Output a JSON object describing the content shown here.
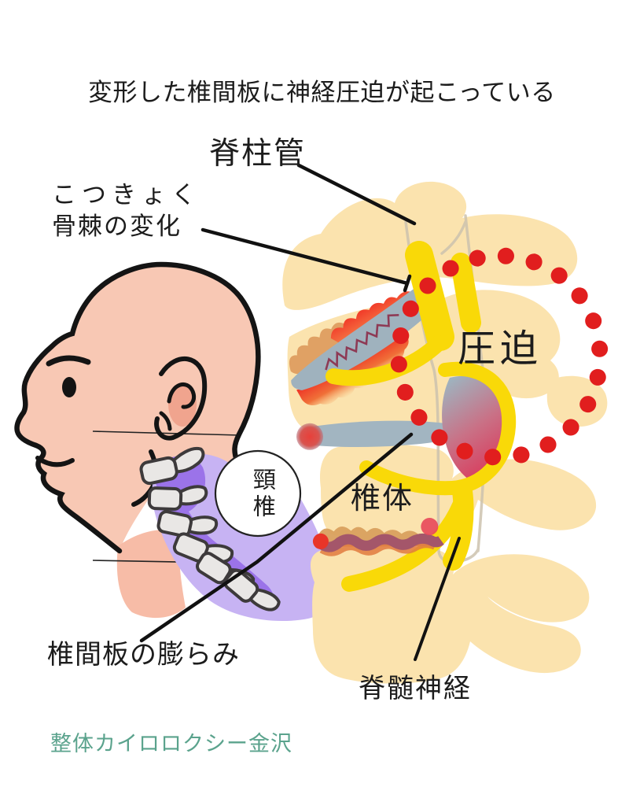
{
  "title": "変形した椎間板に神経圧迫が起こっている",
  "labels": {
    "spinal_canal": "脊柱管",
    "bone_spur_reading": "こつきょく",
    "bone_spur": "骨棘の変化",
    "compression": "圧迫",
    "cervical_spine": "頸椎",
    "vertebral_body": "椎体",
    "disc_bulge": "椎間板の膨らみ",
    "spinal_nerve": "脊髄神経"
  },
  "footer": {
    "credit": "整体カイロロクシー金沢"
  },
  "palette": {
    "bone_beige": "#FBE3AE",
    "nerve_yellow": "#F9D908",
    "disc_gray_blue": "#A2B5C1",
    "inflammation_red": "#EE3326",
    "dot_red": "#E11E1E",
    "spur_tan": "#E0A164",
    "crack_maroon": "#A4566A",
    "neck_purple_dark": "#9B73E9",
    "neck_purple_light": "#C7B3F3",
    "skin_pink": "#F8C8B4",
    "small_bone_gray": "#E9E7E5",
    "credit_teal": "#5BA38D",
    "text_black": "#1C1C1C"
  }
}
